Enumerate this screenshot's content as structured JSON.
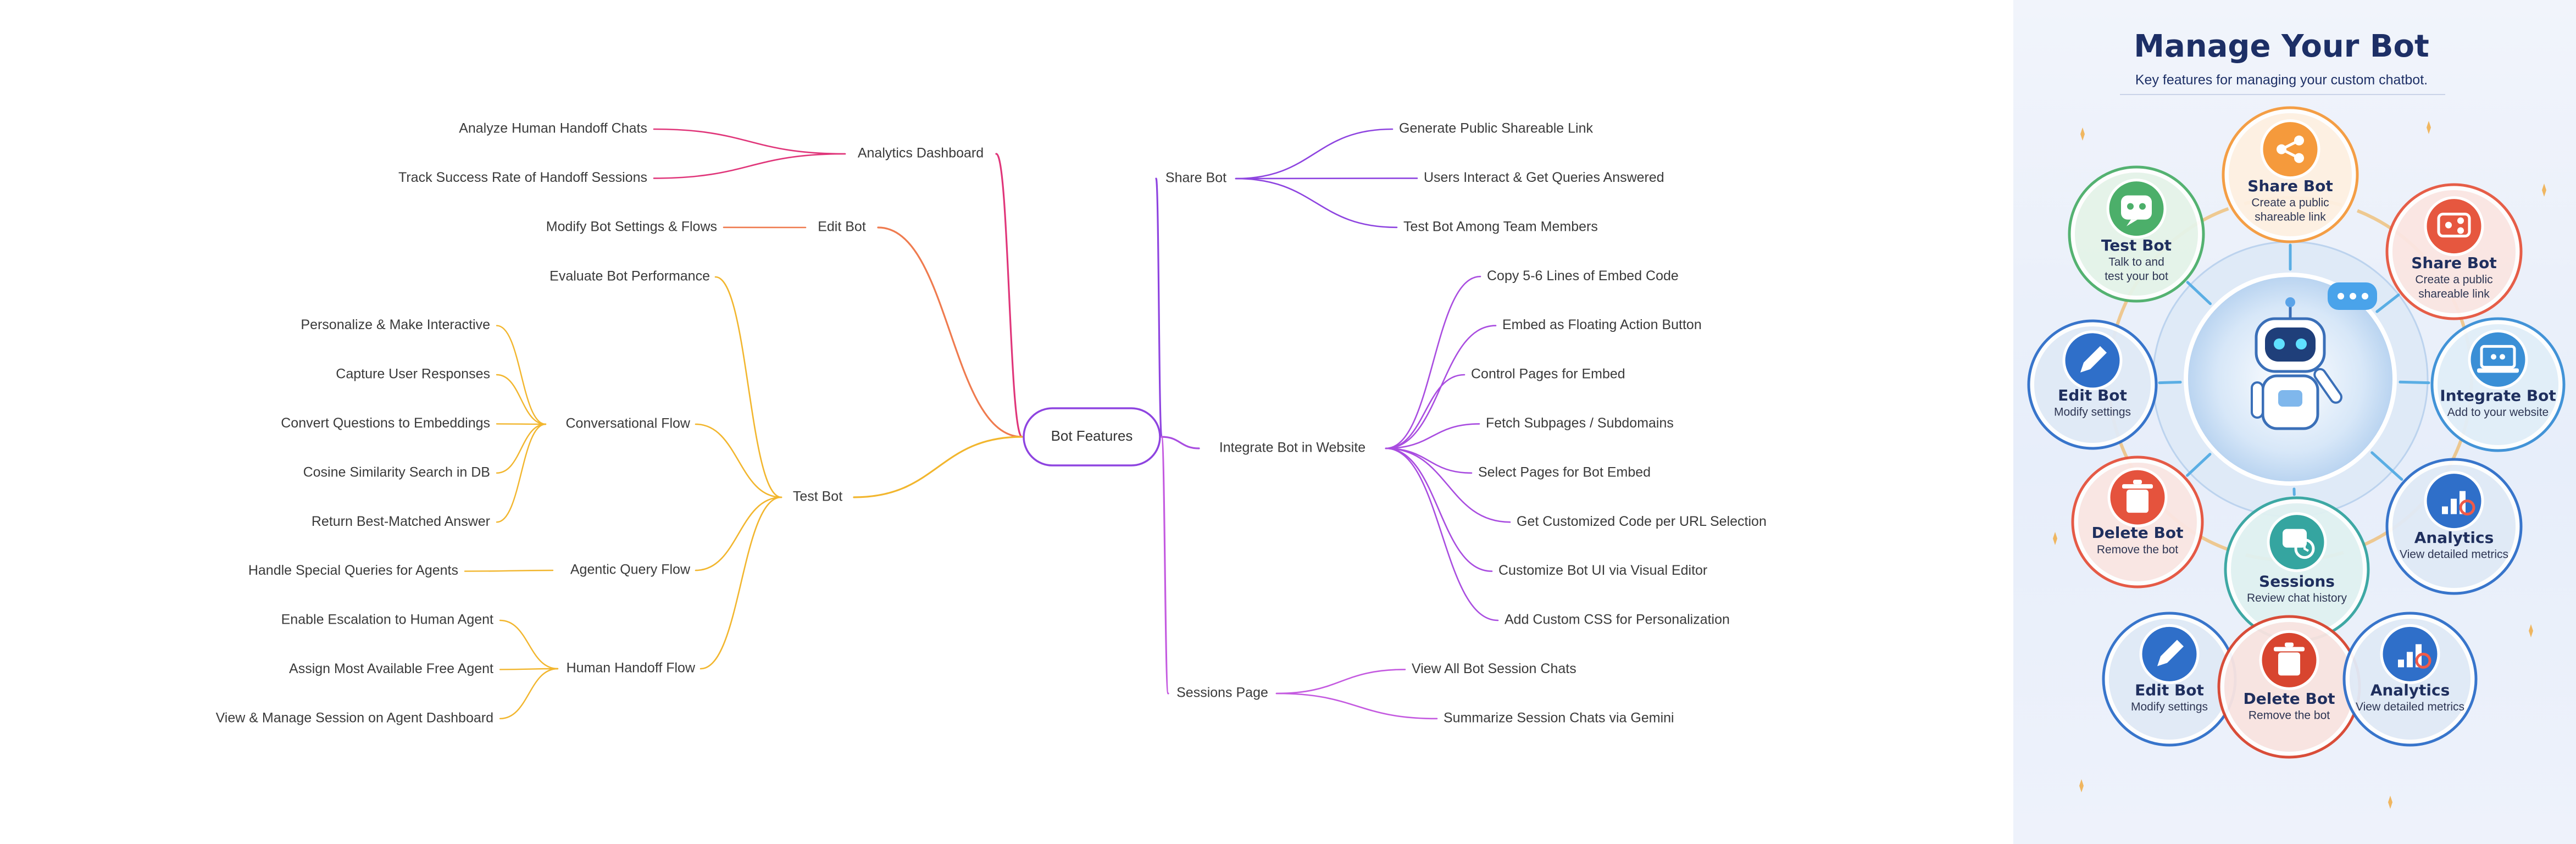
{
  "mindmap": {
    "root": "Bot Features",
    "branches": [
      {
        "label": "Analytics Dashboard",
        "color": "#e0367a",
        "children": [
          "Analyze Human Handoff Chats",
          "Track Success Rate of Handoff Sessions"
        ]
      },
      {
        "label": "Edit Bot",
        "color": "#ef7b4f",
        "children": [
          "Modify Bot Settings & Flows"
        ]
      },
      {
        "label": "Test Bot",
        "color": "#f2b62e",
        "children": [
          {
            "label": "Evaluate Bot Performance"
          },
          {
            "label": "Conversational Flow",
            "children": [
              "Personalize & Make Interactive",
              "Capture User Responses",
              "Convert Questions to Embeddings",
              "Cosine Similarity Search in DB",
              "Return Best-Matched Answer"
            ]
          },
          {
            "label": "Agentic Query Flow",
            "children": [
              "Handle Special Queries for Agents"
            ]
          },
          {
            "label": "Human Handoff Flow",
            "children": [
              "Enable Escalation to Human Agent",
              "Assign Most Available Free Agent",
              "View & Manage Session on Agent Dashboard"
            ]
          }
        ]
      },
      {
        "label": "Share Bot",
        "color": "#8e44e0",
        "children": [
          "Generate Public Shareable Link",
          "Users Interact & Get Queries Answered",
          "Test Bot Among Team Members"
        ]
      },
      {
        "label": "Integrate Bot in Website",
        "color": "#a94de0",
        "children": [
          "Copy 5-6 Lines of Embed Code",
          "Embed as Floating Action Button",
          "Control Pages for Embed",
          "Fetch Subpages / Subdomains",
          "Select Pages for Bot Embed",
          "Get Customized Code per URL Selection",
          "Customize Bot UI via Visual Editor",
          "Add Custom CSS for Personalization"
        ]
      },
      {
        "label": "Sessions Page",
        "color": "#c45ae0",
        "children": [
          "View All Bot Session Chats",
          "Summarize Session Chats via Gemini"
        ]
      }
    ]
  },
  "panel": {
    "title": "Manage Your Bot",
    "subtitle": "Key features for managing your custom chatbot.",
    "cards": [
      {
        "title": "Share Bot",
        "desc": [
          "Create a public",
          "shareable link"
        ],
        "icon": "share-icon",
        "color": "#f59a3c"
      },
      {
        "title": "Test Bot",
        "desc": [
          "Talk to and",
          "test your bot"
        ],
        "icon": "chat-bot-icon",
        "color": "#4caf6a"
      },
      {
        "title": "Share Bot",
        "desc": [
          "Create a public",
          "shareable link"
        ],
        "icon": "share-message-icon",
        "color": "#e6573f"
      },
      {
        "title": "Edit Bot",
        "desc": [
          "Modify settings"
        ],
        "icon": "pencil-icon",
        "color": "#2f6fc9"
      },
      {
        "title": "Integrate Bot",
        "desc": [
          "Add to your website"
        ],
        "icon": "laptop-bot-icon",
        "color": "#3a8fd6"
      },
      {
        "title": "Delete Bot",
        "desc": [
          "Remove the bot"
        ],
        "icon": "trash-icon",
        "color": "#e5533d"
      },
      {
        "title": "Analytics",
        "desc": [
          "View detailed metrics"
        ],
        "icon": "analytics-icon",
        "color": "#2f6fc9"
      },
      {
        "title": "Sessions",
        "desc": [
          "Review chat history"
        ],
        "icon": "sessions-icon",
        "color": "#35a5a0"
      },
      {
        "title": "Edit Bot",
        "desc": [
          "Modify settings"
        ],
        "icon": "pencil-icon",
        "color": "#2f6fc9"
      },
      {
        "title": "Delete Bot",
        "desc": [
          "Remove the bot"
        ],
        "icon": "trash-icon",
        "color": "#d8452f"
      },
      {
        "title": "Analytics",
        "desc": [
          "View detailed metrics"
        ],
        "icon": "analytics-icon",
        "color": "#2f6fc9"
      }
    ],
    "center_icon": "robot-icon",
    "accent": "#f0a83a"
  }
}
